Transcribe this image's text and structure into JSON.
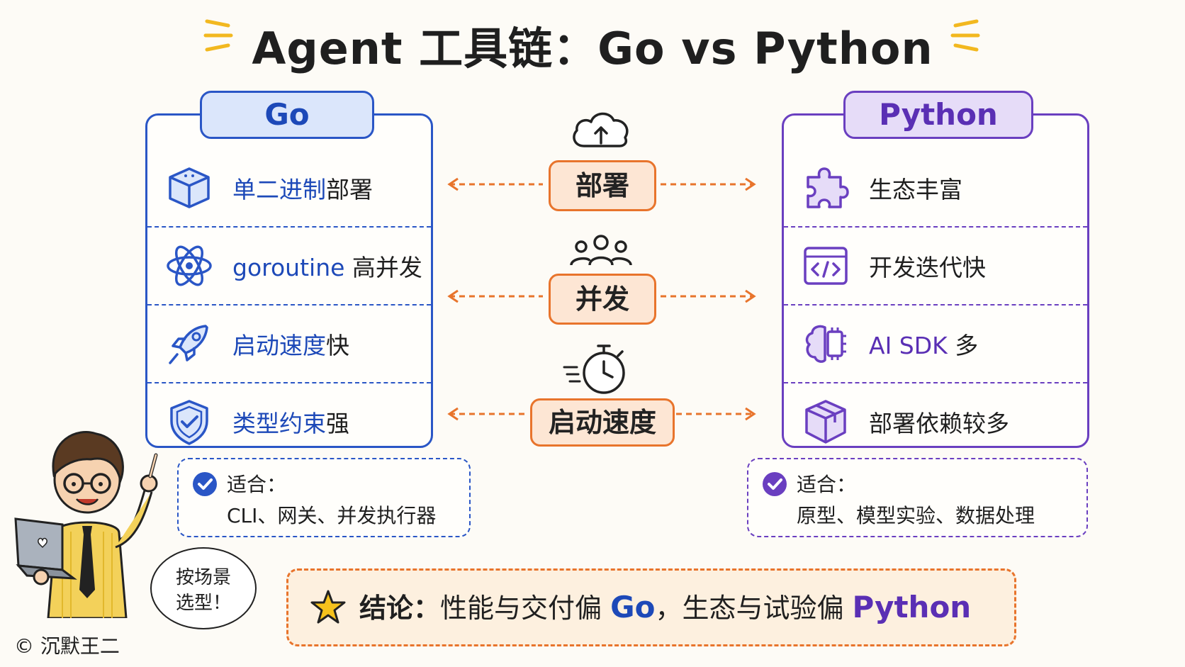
{
  "title": "Agent 工具链：Go vs Python",
  "go": {
    "tab": "Go",
    "items": [
      {
        "accent": "单二进制",
        "rest": "部署",
        "icon": "cube-icon"
      },
      {
        "accent": "goroutine",
        "rest": " 高并发",
        "icon": "atom-icon"
      },
      {
        "accent": "启动速度",
        "rest": "快",
        "icon": "rocket-icon"
      },
      {
        "accent": "类型约束",
        "rest": "强",
        "icon": "shield-check-icon"
      }
    ],
    "suit_label": "适合：",
    "suit_value": "CLI、网关、并发执行器"
  },
  "python": {
    "tab": "Python",
    "items": [
      {
        "accent": "",
        "rest": "生态丰富",
        "icon": "puzzle-icon"
      },
      {
        "accent": "",
        "rest": "开发迭代快",
        "icon": "code-window-icon"
      },
      {
        "accent": "AI SDK",
        "rest": " 多",
        "icon": "brain-chip-icon"
      },
      {
        "accent": "",
        "rest": "部署依赖较多",
        "icon": "box-icon"
      }
    ],
    "suit_label": "适合：",
    "suit_value": "原型、模型实验、数据处理"
  },
  "compare": [
    {
      "label": "部署",
      "icon": "cloud-upload-icon"
    },
    {
      "label": "并发",
      "icon": "people-icon"
    },
    {
      "label": "启动速度",
      "icon": "stopwatch-icon"
    }
  ],
  "conclusion": {
    "prefix": "结论：",
    "part1": "性能与交付偏 ",
    "go": "Go",
    "part2": "，生态与试验偏 ",
    "python": "Python"
  },
  "bubble": {
    "line1": "按场景",
    "line2": "选型！"
  },
  "copyright": "© 沉默王二",
  "colors": {
    "go": "#2a56c6",
    "python": "#6a3fc0",
    "accent": "#e8742c"
  }
}
